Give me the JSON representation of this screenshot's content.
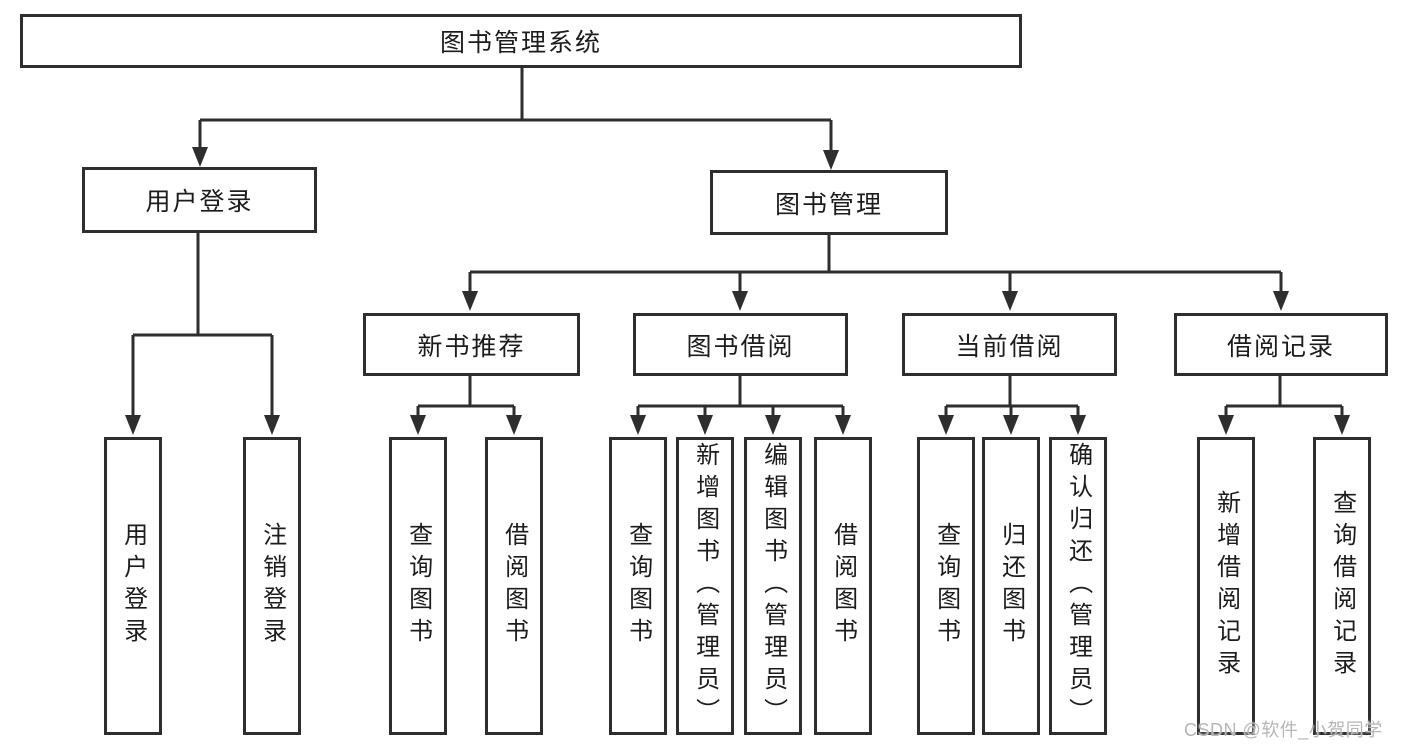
{
  "diagram": {
    "root": {
      "label": "图书管理系统"
    },
    "branches": [
      {
        "label": "用户登录",
        "leaves": [
          "用户登录",
          "注销登录"
        ]
      },
      {
        "label": "图书管理",
        "children": [
          {
            "label": "新书推荐",
            "leaves": [
              "查询图书",
              "借阅图书"
            ]
          },
          {
            "label": "图书借阅",
            "leaves": [
              "查询图书",
              "新增图书（管理员）",
              "编辑图书（管理员）",
              "借阅图书"
            ]
          },
          {
            "label": "当前借阅",
            "leaves": [
              "查询图书",
              "归还图书",
              "确认归还（管理员）"
            ]
          },
          {
            "label": "借阅记录",
            "leaves": [
              "新增借阅记录",
              "查询借阅记录"
            ]
          }
        ]
      }
    ]
  },
  "watermark": {
    "text": "CSDN @软件_小贺同学"
  },
  "colors": {
    "line": "#2e2e2e",
    "text": "#1c1c1c",
    "background": "#ffffff",
    "watermark": "#b6b6b6"
  }
}
